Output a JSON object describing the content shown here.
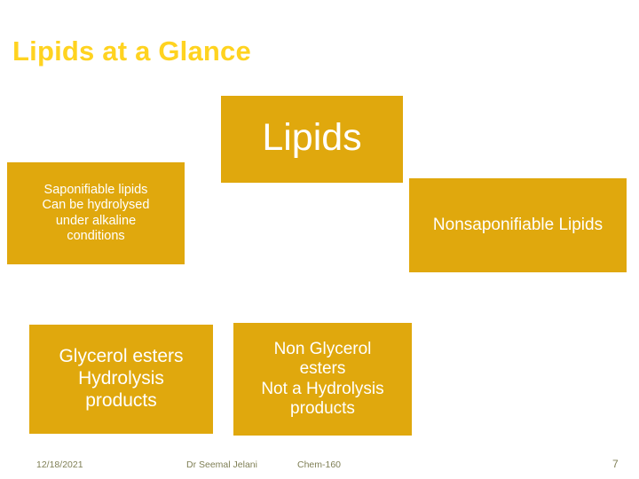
{
  "slide": {
    "title": "Lipids at a Glance",
    "accent_color": "#e0a80d",
    "title_color": "#ffd320",
    "footer_color": "#7f7f55"
  },
  "boxes": {
    "lipids": "Lipids",
    "saponifiable": "Saponifiable lipids Can be hydrolysed under alkaline conditions",
    "saponifiable_lines": [
      "Saponifiable lipids",
      "Can be hydrolysed",
      "under alkaline",
      "conditions"
    ],
    "nonsaponifiable": "Nonsaponifiable Lipids",
    "glycerol": "Glycerol esters Hydrolysis products",
    "glycerol_lines": [
      "Glycerol esters",
      "Hydrolysis",
      "products"
    ],
    "nonglycerol": "Non Glycerol esters Not a Hydrolysis products",
    "nonglycerol_lines": [
      "Non Glycerol",
      "esters",
      "Not a Hydrolysis",
      "products"
    ]
  },
  "footer": {
    "date": "12/18/2021",
    "author": "Dr Seemal Jelani",
    "course": "Chem-160",
    "page_number": "7"
  }
}
